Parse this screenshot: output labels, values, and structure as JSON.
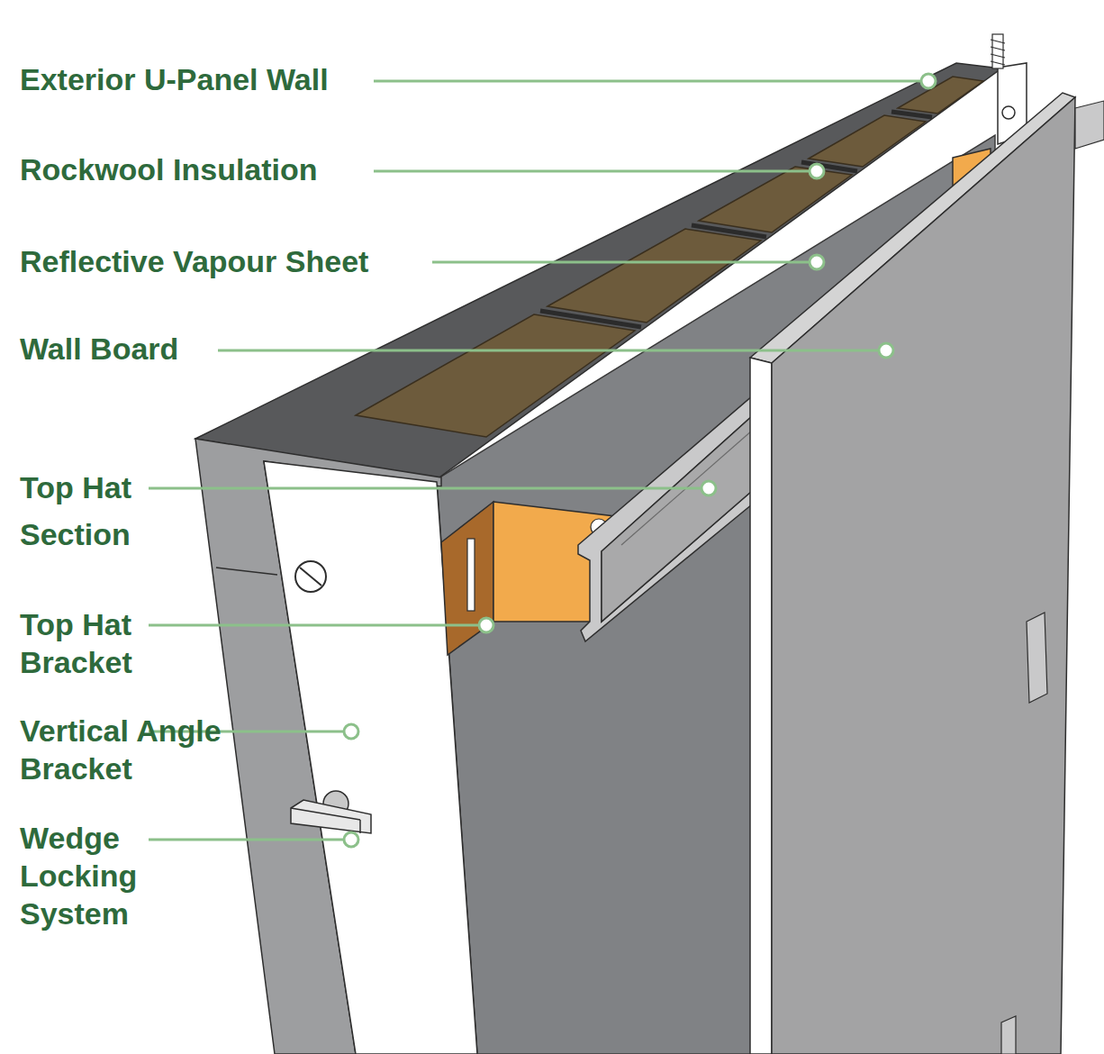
{
  "diagram": {
    "labels": [
      "Exterior U-Panel Wall",
      "Rockwool Insulation",
      "Reflective Vapour Sheet",
      "Wall Board",
      "Top Hat Section",
      "Top Hat Bracket",
      "Vertical Angle Bracket",
      "Wedge Locking System"
    ]
  }
}
